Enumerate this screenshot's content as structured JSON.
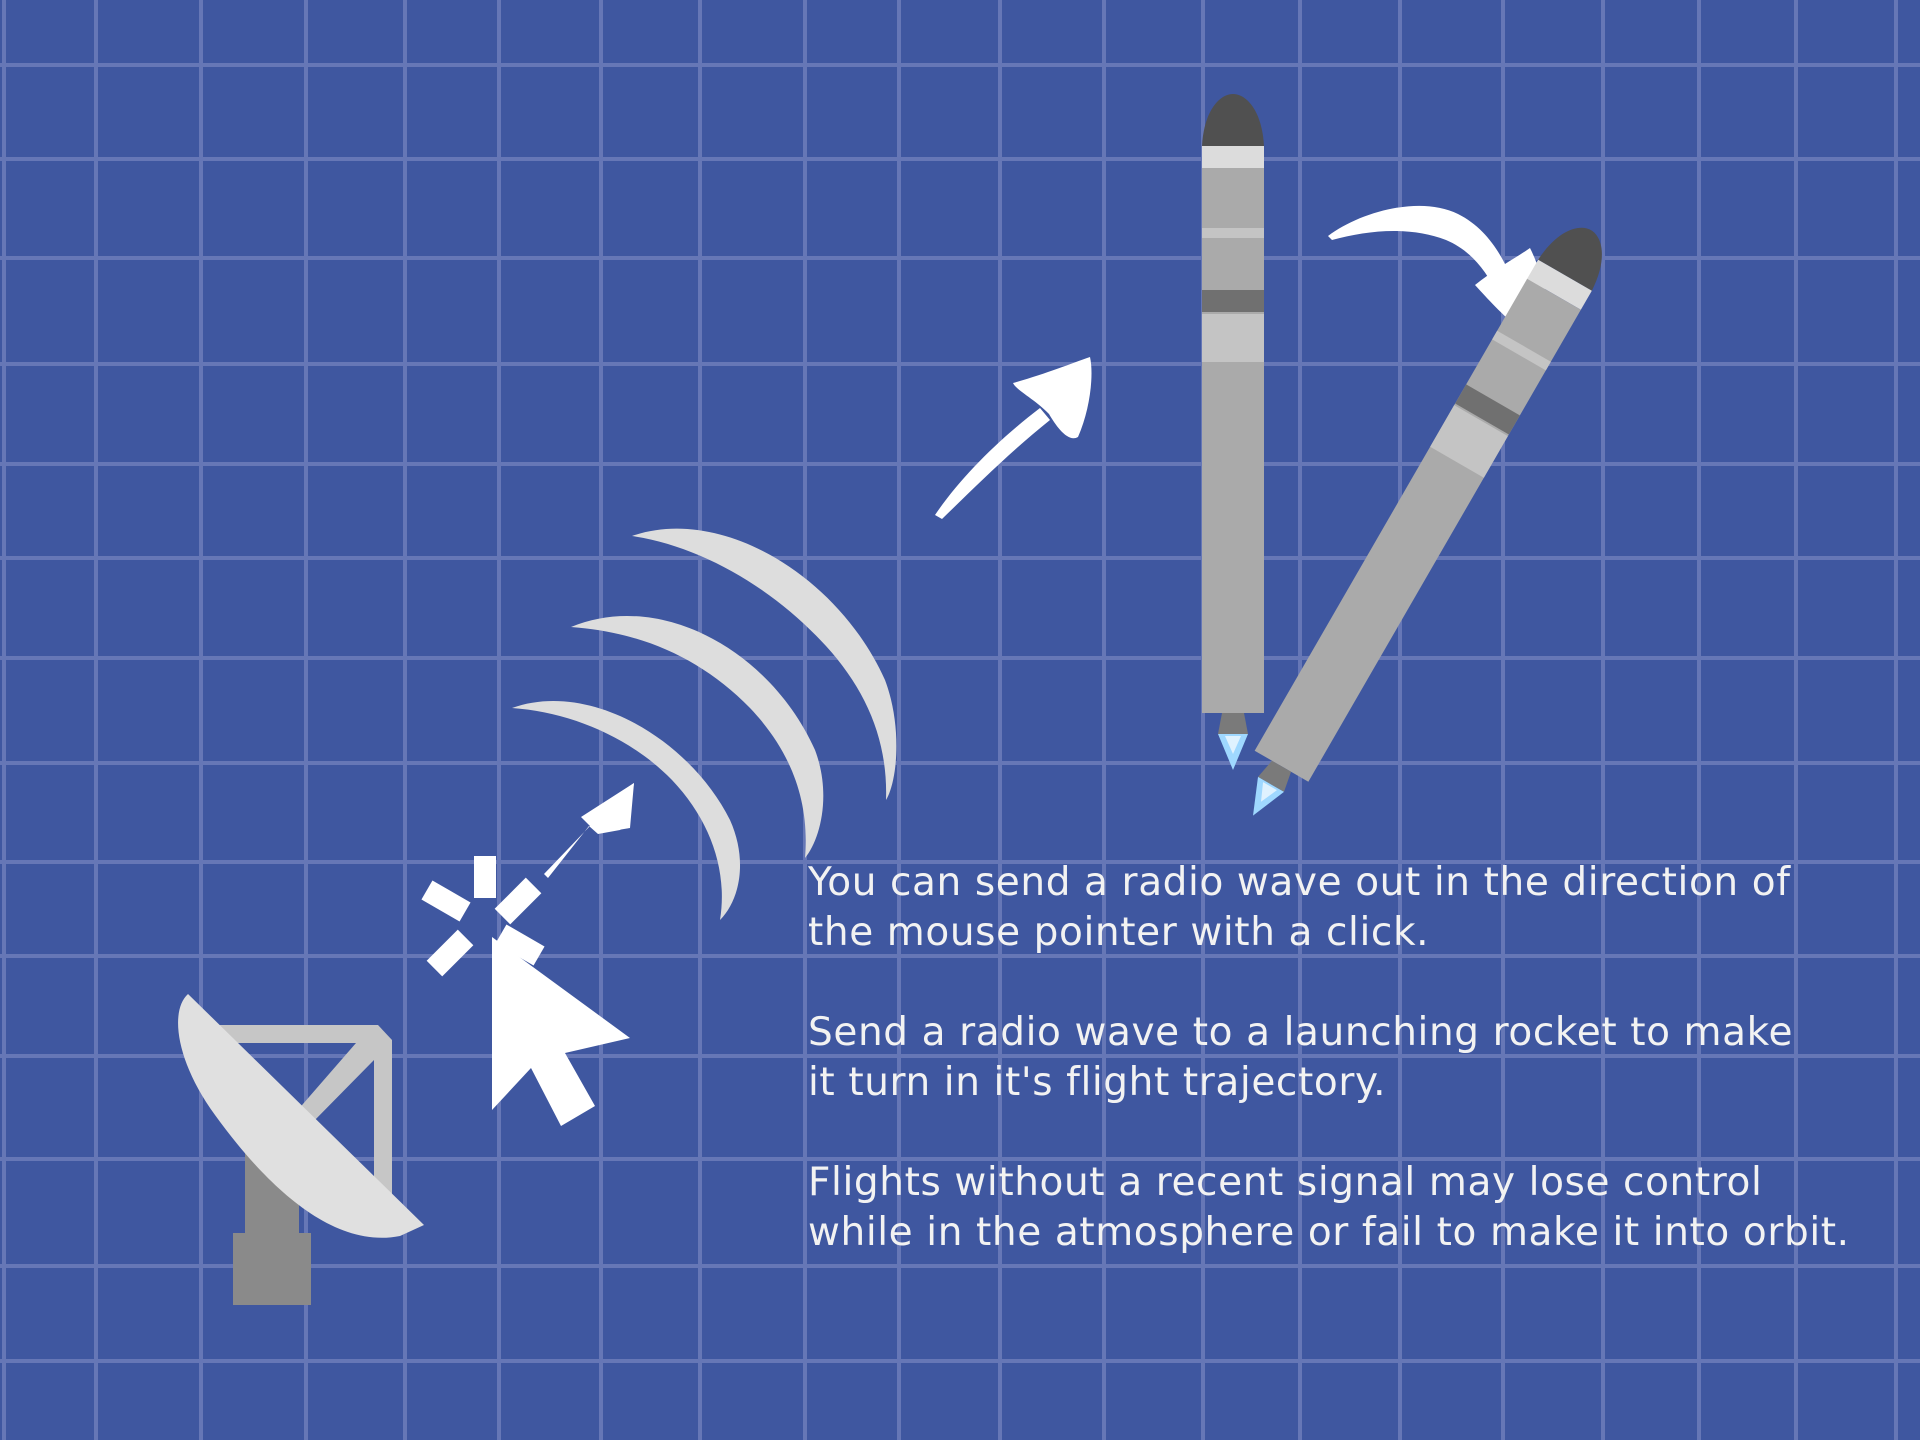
{
  "colors": {
    "background": "#3f57a0",
    "grid_line": "#6677b6",
    "text": "#f2f2f2",
    "arrow": "#ffffff",
    "wave": "#dddddd",
    "rocket_body": "#aaaaaa",
    "rocket_nose": "#505050",
    "rocket_band_light": "#dcdcdc",
    "rocket_band_dark": "#707070",
    "flame": "#9fd8ff",
    "dish": "#e0e0e0",
    "dish_frame": "#c6c6c6",
    "dish_base": "#8a8a8a"
  },
  "icons": {
    "dish": "radio-dish-icon",
    "cursor": "mouse-pointer-icon",
    "click": "click-burst-icon",
    "waves": "radio-wave-icon",
    "rocket": "rocket-icon",
    "turn_arrow": "curved-arrow-icon"
  },
  "instructions": {
    "line1": "You can send a radio wave out in the direction of\nthe mouse pointer with a click.",
    "line2": "Send a radio wave to a launching rocket to make\nit turn in it's flight trajectory.",
    "line3": "Flights without a recent signal may lose control\nwhile in the atmosphere or fail to make it into orbit."
  }
}
